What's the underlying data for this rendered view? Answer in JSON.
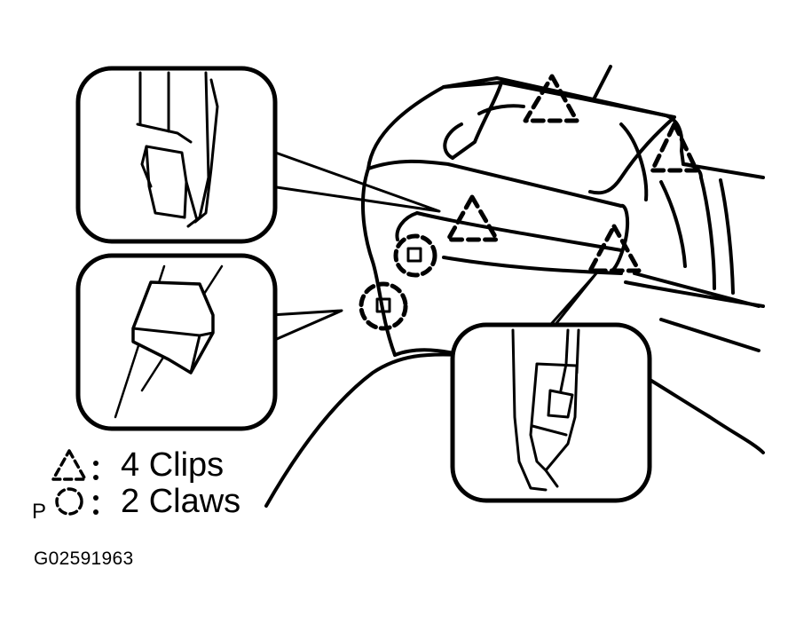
{
  "legend": {
    "clips_text": "4 Clips",
    "claws_text": "2 Claws",
    "claws_prefix": "P",
    "clip_marker": "triangle-dashed-icon",
    "claw_marker": "circle-dashed-icon"
  },
  "figure_code": "G02591963",
  "colors": {
    "ink": "#000000",
    "paper": "#ffffff"
  }
}
